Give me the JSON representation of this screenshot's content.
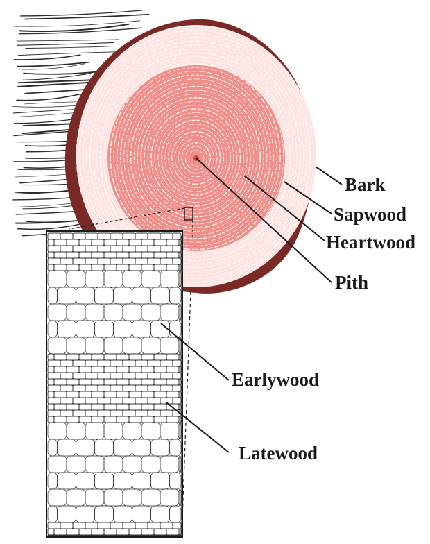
{
  "labels": {
    "bark": "Bark",
    "sapwood": "Sapwood",
    "heartwood": "Heartwood",
    "pith": "Pith",
    "earlywood": "Earlywood",
    "latewood": "Latewood"
  },
  "colors": {
    "heartwood": "#f08f8a",
    "sapwood": "#fbe4e2",
    "bark": "#7a2a26",
    "ring_line": "#ffffff",
    "ink": "#1a1a1a"
  }
}
